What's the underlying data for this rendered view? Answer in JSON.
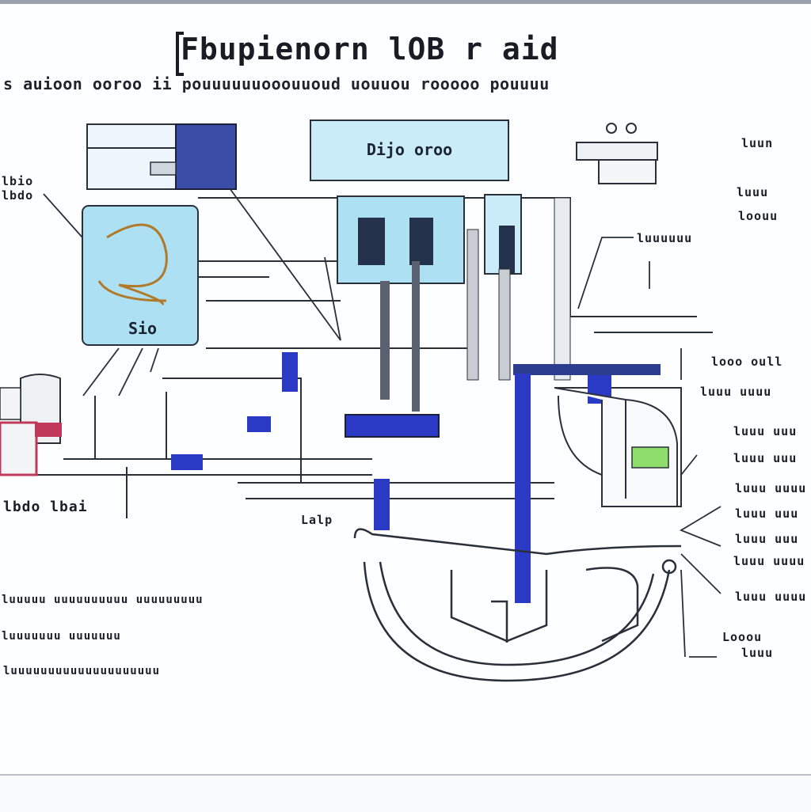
{
  "diagram": {
    "title": "Fbupienorn lOB r aid",
    "subtitle": "s auioon ooroo ii pouuuuuuooouuoud uouuou rooooo pouuuu",
    "main_box_label": "Dijo oroo",
    "panel_label": "Sio",
    "left_callouts": [
      "lbio",
      "lbdo",
      "lbdo lbai",
      "Lalp"
    ],
    "right_callouts": [
      "luun",
      "luuu",
      "loouu",
      "luuuuuu",
      "looo oull",
      "luuu uuuu",
      "luuu uuu",
      "luuu uuu",
      "luuu uuuu",
      "luuu uuu",
      "luuu uuu",
      "luuu uuuu",
      "luuu uuuu",
      "Looou",
      "luuu"
    ],
    "bottom_notes": [
      "luuuuu uuuuuuuuuu uuuuuuuuu",
      "luuuuuuu uuuuuuu",
      "luuuuuuuuuuuuuuuuuuuu"
    ],
    "colors": {
      "line": "#2a2f3a",
      "light_blue": "#cdeaf6",
      "mid_blue": "#aeddf2",
      "navy": "#2433b8",
      "accent_red": "#c0395a",
      "accent_green": "#8fdd6a"
    }
  }
}
